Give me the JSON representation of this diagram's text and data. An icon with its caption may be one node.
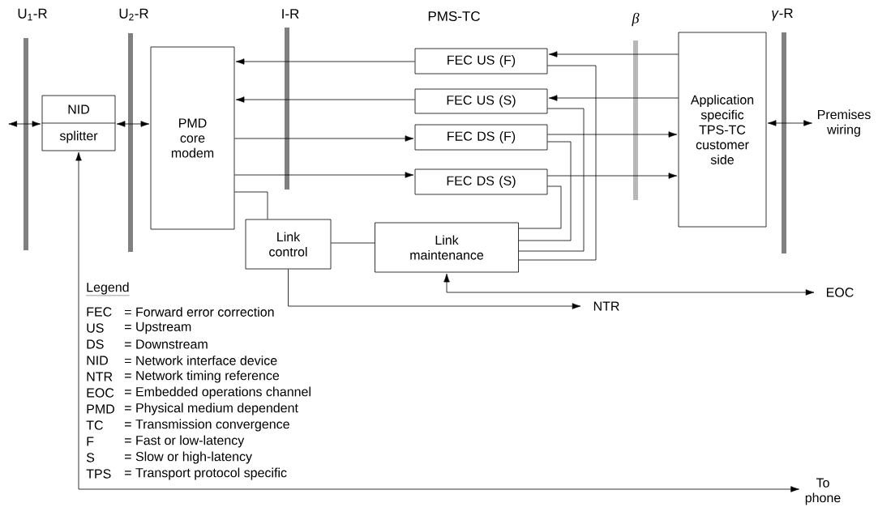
{
  "diagram": {
    "nodes": [
      {
        "text": [
          "NID",
          "splitter"
        ]
      },
      {
        "text": [
          "PMD core modem"
        ]
      },
      {
        "text": [
          "FEC US (F)"
        ]
      },
      {
        "text": [
          "FEC US (S)"
        ]
      },
      {
        "text": [
          "FEC DS (F)"
        ]
      },
      {
        "text": [
          "FEC DS (S)"
        ]
      },
      {
        "text": [
          "Link control"
        ]
      },
      {
        "text": [
          "Link maintenance"
        ]
      },
      {
        "text": [
          "Application specific TPS-TC customer side"
        ]
      },
      {
        "text": [
          "Premises wiring"
        ]
      },
      {
        "text": [
          "NTR"
        ]
      },
      {
        "text": [
          "EOC"
        ]
      },
      {
        "text": [
          "To phone"
        ]
      }
    ],
    "edges": [
      {
        "from": null,
        "to": 0,
        "arrow": "both"
      },
      {
        "from": 0,
        "to": 1,
        "arrow": "both"
      },
      {
        "from": 2,
        "to": 1,
        "arrow": "to"
      },
      {
        "from": 3,
        "to": 1,
        "arrow": "to"
      },
      {
        "from": 1,
        "to": 4,
        "arrow": "to"
      },
      {
        "from": 1,
        "to": 5,
        "arrow": "to"
      },
      {
        "from": 8,
        "to": 2,
        "arrow": "to"
      },
      {
        "from": 8,
        "to": 3,
        "arrow": "to"
      },
      {
        "from": 4,
        "to": 8,
        "arrow": "to"
      },
      {
        "from": 5,
        "to": 8,
        "arrow": "to"
      },
      {
        "from": 8,
        "to": 9,
        "arrow": "both"
      },
      {
        "from": 1,
        "to": 6,
        "arrow": "none"
      },
      {
        "from": 6,
        "to": 7,
        "arrow": "none"
      },
      {
        "from": 2,
        "to": 7,
        "arrow": "none"
      },
      {
        "from": 3,
        "to": 7,
        "arrow": "none"
      },
      {
        "from": 4,
        "to": 7,
        "arrow": "none"
      },
      {
        "from": 5,
        "to": 7,
        "arrow": "none"
      },
      {
        "from": 6,
        "to": 10,
        "arrow": "to"
      },
      {
        "from": 7,
        "to": 11,
        "arrow": "both"
      },
      {
        "from": 0,
        "to": 12,
        "arrow": "both"
      }
    ],
    "labels": [
      "U$_{1}$-R",
      "U$_{2}$-R",
      "I-R",
      "PMS-TC",
      "β",
      "*γ*-R",
      "Legend",
      "FEC",
      "= Forward error correction",
      "US",
      "= Upstream",
      "DS",
      "= Downstream",
      "NID",
      "= Network interface device",
      "NTR",
      "= Network timing reference",
      "EOC",
      "= Embedded operations channel",
      "PMD",
      "= Physical medium dependent",
      "TC",
      "= Transmission convergence",
      "F",
      "= Fast or low-latency",
      "S",
      "= Slow or high-latency",
      "TPS",
      "= Transport protocol specific"
    ]
  }
}
